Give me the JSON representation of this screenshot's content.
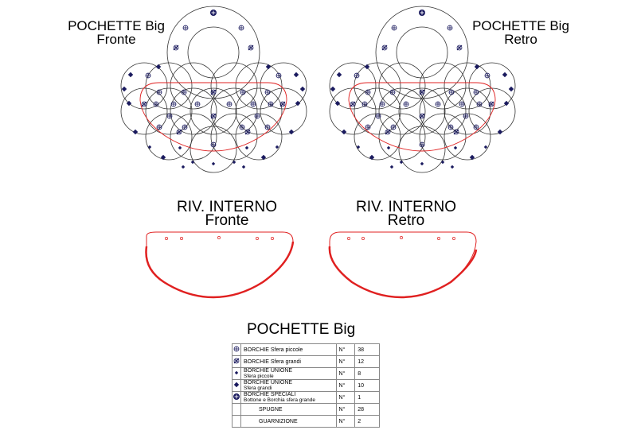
{
  "titles": {
    "front": {
      "line1": "POCHETTE Big",
      "line2": "Fronte"
    },
    "back": {
      "line1": "POCHETTE Big",
      "line2": "Retro"
    },
    "lining_front": {
      "line1": "RIV. INTERNO",
      "line2": "Fronte"
    },
    "lining_back": {
      "line1": "RIV. INTERNO",
      "line2": "Retro"
    }
  },
  "legend": {
    "title": "POCHETTE Big",
    "rows": [
      {
        "icon": "cross-circle-icon",
        "name": "BORCHIE Sfera piccole",
        "sub": "",
        "n": "N°",
        "count": "38"
      },
      {
        "icon": "slash-circle-icon",
        "name": "BORCHIE Sfera grandi",
        "sub": "",
        "n": "N°",
        "count": "12"
      },
      {
        "icon": "small-diamond-icon",
        "name": "BORCHIE UNIONE",
        "sub": "Sfera piccole",
        "n": "N°",
        "count": "8"
      },
      {
        "icon": "large-diamond-icon",
        "name": "BORCHIE UNIONE",
        "sub": "Sfera grandi",
        "n": "N°",
        "count": "10"
      },
      {
        "icon": "special-button-icon",
        "name": "BORCHIE SPECIALI",
        "sub": "Bottone e Borchia sfera grande",
        "n": "N°",
        "count": "1"
      },
      {
        "icon": "",
        "name": "SPUGNE",
        "sub": "",
        "n": "N°",
        "count": "28"
      },
      {
        "icon": "",
        "name": "GUARNIZIONE",
        "sub": "",
        "n": "N°",
        "count": "2"
      }
    ]
  },
  "colors": {
    "outline": "#333333",
    "red": "#e02020",
    "navy": "#1a1a5e"
  }
}
